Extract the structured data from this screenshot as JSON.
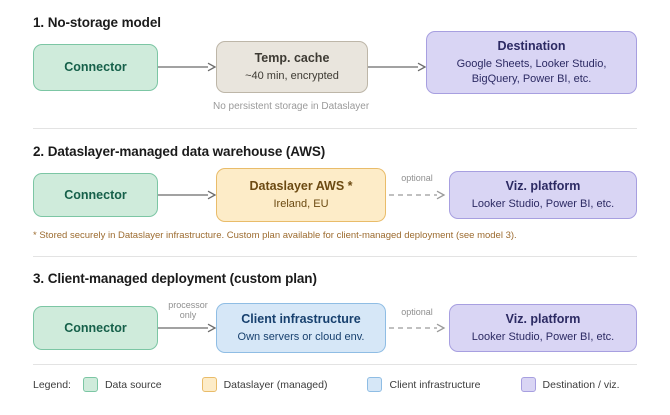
{
  "sections": [
    {
      "heading": "1. No-storage model",
      "nodes": [
        {
          "title": "Connector",
          "sub": "",
          "sub2": "",
          "style": "green"
        },
        {
          "title": "Temp. cache",
          "sub": "~40 min, encrypted",
          "sub2": "",
          "style": "beige"
        },
        {
          "title": "Destination",
          "sub": "Google Sheets, Looker Studio,",
          "sub2": "BigQuery, Power BI, etc.",
          "style": "purple"
        }
      ],
      "edges": [
        {
          "label": "",
          "style": "solid"
        },
        {
          "label": "",
          "style": "solid"
        }
      ],
      "caption": "No persistent storage in Dataslayer",
      "footnote": ""
    },
    {
      "heading": "2. Dataslayer-managed data warehouse (AWS)",
      "nodes": [
        {
          "title": "Connector",
          "sub": "",
          "sub2": "",
          "style": "green"
        },
        {
          "title": "Dataslayer AWS *",
          "sub": "Ireland, EU",
          "sub2": "",
          "style": "cream"
        },
        {
          "title": "Viz. platform",
          "sub": "Looker Studio, Power BI, etc.",
          "sub2": "",
          "style": "purple"
        }
      ],
      "edges": [
        {
          "label": "",
          "style": "solid"
        },
        {
          "label": "optional",
          "style": "dashed"
        }
      ],
      "caption": "",
      "footnote": "* Stored securely in Dataslayer infrastructure. Custom plan available for client-managed deployment (see model 3)."
    },
    {
      "heading": "3. Client-managed deployment (custom plan)",
      "nodes": [
        {
          "title": "Connector",
          "sub": "",
          "sub2": "",
          "style": "green"
        },
        {
          "title": "Client infrastructure",
          "sub": "Own servers or cloud env.",
          "sub2": "",
          "style": "blue"
        },
        {
          "title": "Viz. platform",
          "sub": "Looker Studio, Power BI, etc.",
          "sub2": "",
          "style": "purple"
        }
      ],
      "edges": [
        {
          "label": "processor",
          "label2": "only",
          "style": "solid"
        },
        {
          "label": "optional",
          "style": "dashed"
        }
      ],
      "caption": "",
      "footnote": ""
    }
  ],
  "legend": {
    "caption": "Legend:",
    "items": [
      {
        "label": "Data source",
        "color": "#cfebdb"
      },
      {
        "label": "Dataslayer (managed)",
        "color": "#fdecc8"
      },
      {
        "label": "Client infrastructure",
        "color": "#d6e7f7"
      },
      {
        "label": "Destination / viz.",
        "color": "#d9d5f4"
      }
    ]
  },
  "colors": {
    "green": "#cfebdb",
    "beige": "#e9e5dd",
    "purple": "#d9d5f4",
    "cream": "#fdecc8",
    "blue": "#d6e7f7",
    "arrow": "#6b6b6b",
    "divider": "#e3e3e3",
    "footnote": "#9c6b2f"
  }
}
